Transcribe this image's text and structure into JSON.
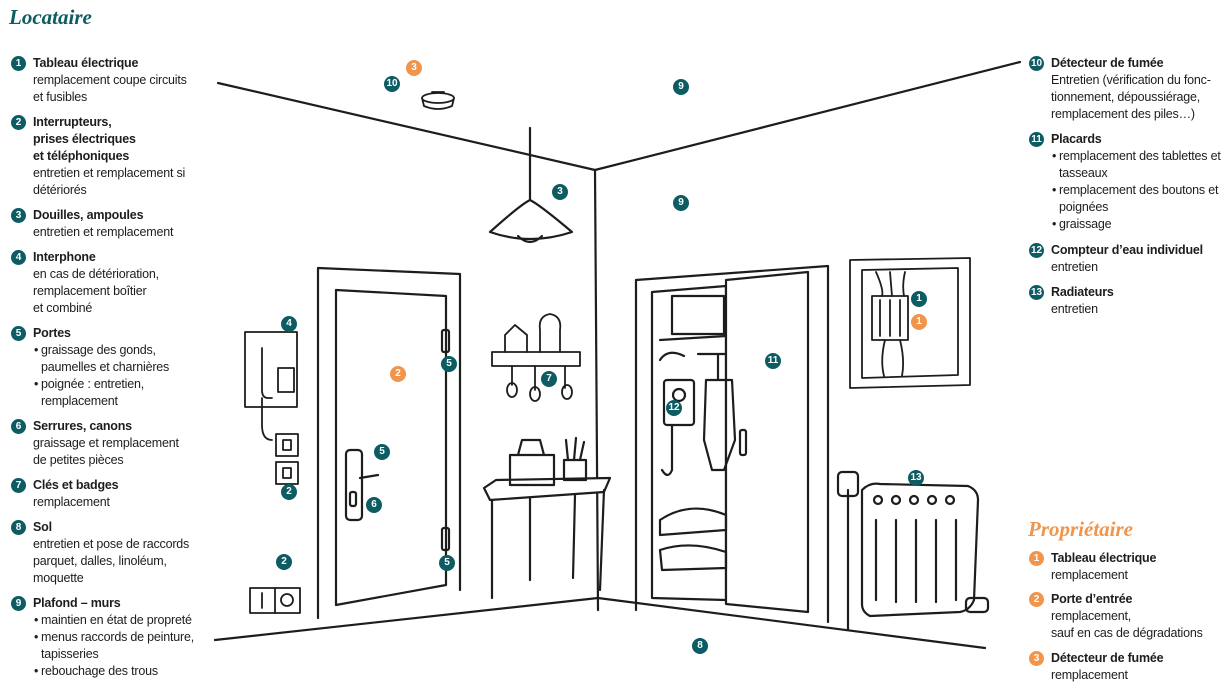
{
  "locataire": {
    "title": "Locataire",
    "items": [
      {
        "num": "1",
        "title": "Tableau électrique",
        "lines": [
          "remplacement coupe circuits",
          "et fusibles"
        ],
        "bullets": []
      },
      {
        "num": "2",
        "title": "Interrupteurs,",
        "title2": "prises électriques",
        "title3": "et téléphoniques",
        "lines": [
          "entretien et remplacement si",
          "détériorés"
        ],
        "bullets": []
      },
      {
        "num": "3",
        "title": "Douilles, ampoules",
        "lines": [
          "entretien et remplacement"
        ],
        "bullets": []
      },
      {
        "num": "4",
        "title": "Interphone",
        "lines": [
          "en cas de détérioration,",
          "remplacement boîtier",
          "et combiné"
        ],
        "bullets": []
      },
      {
        "num": "5",
        "title": "Portes",
        "lines": [],
        "bullets": [
          "graissage des gonds, paumelles et charnières",
          "poignée : entretien, remplacement"
        ]
      },
      {
        "num": "6",
        "title": "Serrures, canons",
        "lines": [
          "graissage et remplacement",
          "de petites pièces"
        ],
        "bullets": []
      },
      {
        "num": "7",
        "title": "Clés et badges",
        "lines": [
          "remplacement"
        ],
        "bullets": []
      },
      {
        "num": "8",
        "title": "Sol",
        "lines": [
          "entretien et pose de raccords",
          "parquet, dalles, linoléum,",
          "moquette"
        ],
        "bullets": []
      },
      {
        "num": "9",
        "title": "Plafond – murs",
        "lines": [],
        "bullets": [
          "maintien en état de propreté",
          "menus raccords de peinture, tapisseries",
          "rebouchage des trous"
        ]
      },
      {
        "num": "10",
        "title": "Détecteur de fumée",
        "lines": [
          "Entretien (vérification du fonc-",
          "tionnement, dépoussiérage,",
          "remplacement des piles…)"
        ],
        "bullets": []
      },
      {
        "num": "11",
        "title": "Placards",
        "lines": [],
        "bullets": [
          "remplacement des tablettes et tasseaux",
          "remplacement des boutons et poignées",
          "graissage"
        ]
      },
      {
        "num": "12",
        "title": "Compteur d’eau individuel",
        "lines": [
          "entretien"
        ],
        "bullets": []
      },
      {
        "num": "13",
        "title": "Radiateurs",
        "lines": [
          "entretien"
        ],
        "bullets": []
      }
    ]
  },
  "proprietaire": {
    "title": "Propriétaire",
    "items": [
      {
        "num": "1",
        "title": "Tableau électrique",
        "lines": [
          "remplacement"
        ]
      },
      {
        "num": "2",
        "title": "Porte d’entrée",
        "lines": [
          "remplacement,",
          "sauf en cas de dégradations"
        ]
      },
      {
        "num": "3",
        "title": "Détecteur de fumée",
        "lines": [
          "remplacement"
        ]
      }
    ]
  },
  "markers": [
    {
      "label": "3",
      "color": "orange"
    },
    {
      "label": "10",
      "color": "teal"
    },
    {
      "label": "9",
      "color": "teal"
    },
    {
      "label": "3",
      "color": "teal"
    },
    {
      "label": "9",
      "color": "teal"
    },
    {
      "label": "4",
      "color": "teal"
    },
    {
      "label": "2",
      "color": "orange"
    },
    {
      "label": "5",
      "color": "teal"
    },
    {
      "label": "7",
      "color": "teal"
    },
    {
      "label": "11",
      "color": "teal"
    },
    {
      "label": "12",
      "color": "teal"
    },
    {
      "label": "1",
      "color": "teal"
    },
    {
      "label": "1",
      "color": "orange"
    },
    {
      "label": "5",
      "color": "teal"
    },
    {
      "label": "6",
      "color": "teal"
    },
    {
      "label": "2",
      "color": "teal"
    },
    {
      "label": "13",
      "color": "teal"
    },
    {
      "label": "2",
      "color": "teal"
    },
    {
      "label": "5",
      "color": "teal"
    },
    {
      "label": "8",
      "color": "teal"
    }
  ],
  "colors": {
    "teal": "#0d5c63",
    "orange": "#f0954b",
    "ink": "#1d1d1b"
  }
}
